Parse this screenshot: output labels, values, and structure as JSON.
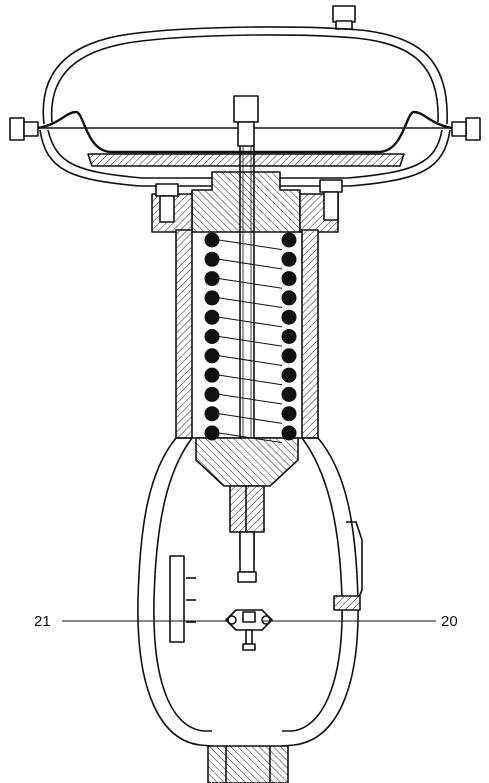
{
  "diagram": {
    "callouts": [
      {
        "id": "left",
        "text": "21"
      },
      {
        "id": "right",
        "text": "20"
      }
    ],
    "colors": {
      "line": "#111111",
      "background": "#ffffff",
      "hatch": "#222222"
    }
  }
}
